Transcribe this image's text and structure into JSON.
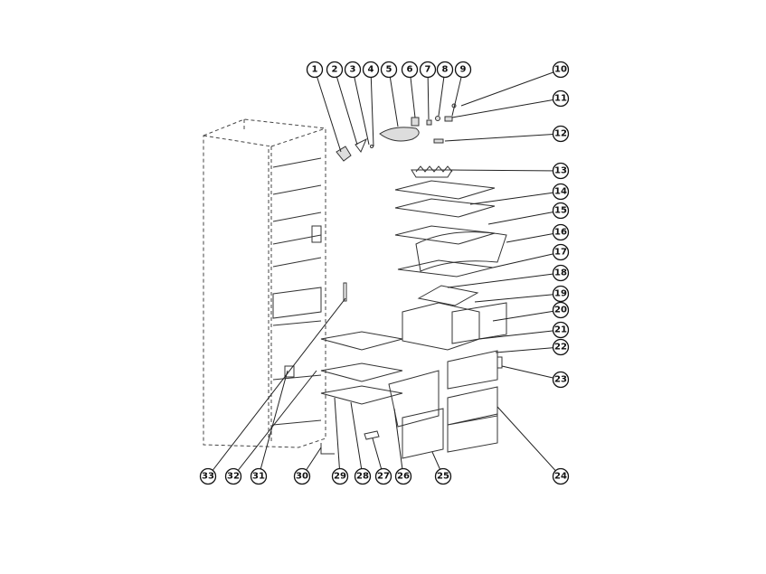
{
  "diagram": {
    "type": "exploded parts diagram",
    "callouts": [
      "1",
      "2",
      "3",
      "4",
      "5",
      "6",
      "7",
      "8",
      "9",
      "10",
      "11",
      "12",
      "13",
      "14",
      "15",
      "16",
      "17",
      "18",
      "19",
      "20",
      "21",
      "22",
      "23",
      "24",
      "25",
      "26",
      "27",
      "28",
      "29",
      "30",
      "31",
      "32",
      "33"
    ]
  }
}
